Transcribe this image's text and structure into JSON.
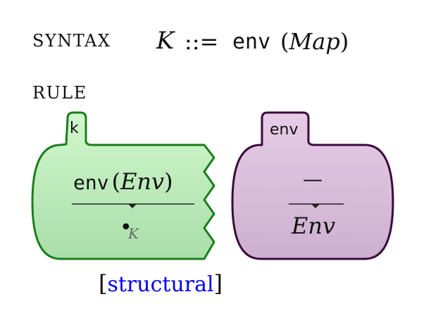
{
  "syntax": {
    "keyword": "SYNTAX",
    "sort": "K",
    "definition": "::=",
    "constructor": "env",
    "open_paren": "(",
    "argument": "Map",
    "close_paren": ")"
  },
  "rule": {
    "keyword": "RULE",
    "cells": [
      {
        "label": "k",
        "top_term": "env",
        "top_arg": "Env",
        "open_paren": "(",
        "close_paren": ")",
        "bottom_bullet": "•",
        "bottom_sub": "K",
        "color": "#c8f0c0",
        "border": "#1a7f1a"
      },
      {
        "label": "env",
        "top_term": "—",
        "bottom_term": "Env",
        "color": "#d8bcd8",
        "border": "#3a0a3a"
      }
    ],
    "attribute": "structural",
    "attr_open": "[",
    "attr_close": "]"
  }
}
